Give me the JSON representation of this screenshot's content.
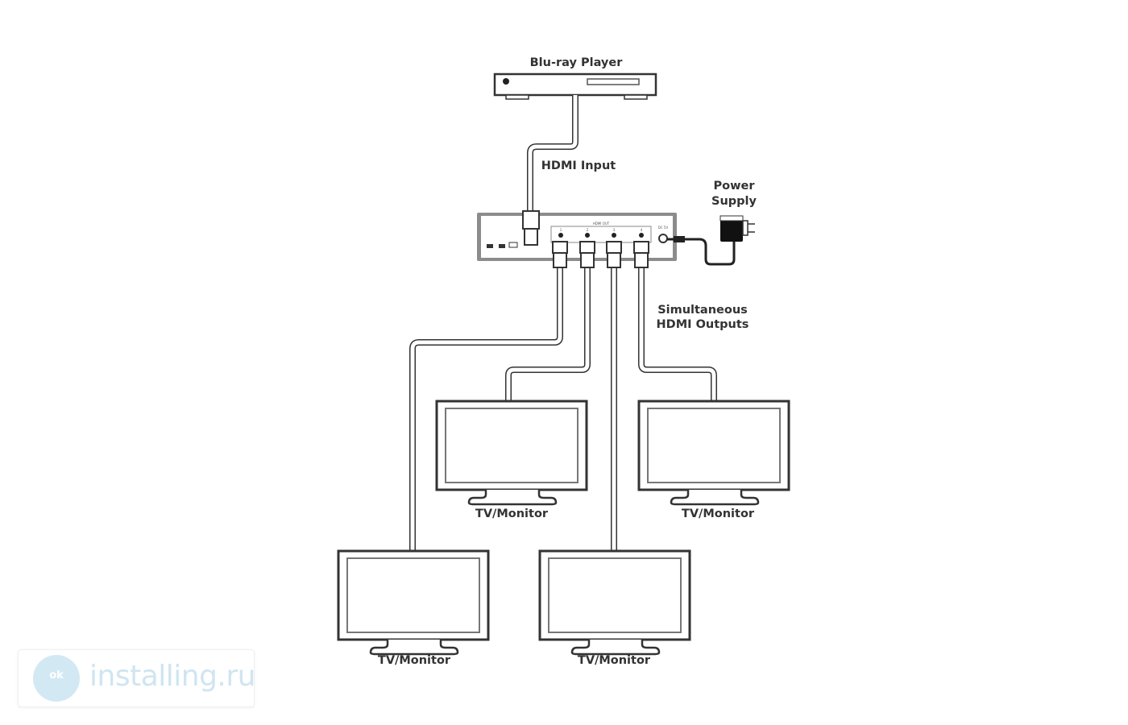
{
  "labels": {
    "source": "Blu-ray Player",
    "input": "HDMI Input",
    "power_line1": "Power",
    "power_line2": "Supply",
    "outputs_line1": "Simultaneous",
    "outputs_line2": "HDMI Outputs",
    "display": "TV/Monitor"
  },
  "splitter": {
    "ports": [
      "1",
      "2",
      "3",
      "4"
    ],
    "panel_label": "HDMI OUT",
    "power_label": "DC 5V"
  },
  "displays": [
    {
      "label": "TV/Monitor"
    },
    {
      "label": "TV/Monitor"
    },
    {
      "label": "TV/Monitor"
    },
    {
      "label": "TV/Monitor"
    }
  ],
  "watermark": {
    "text": "installing.ru",
    "logo_glyph": "ok"
  },
  "colors": {
    "line": "#333333",
    "device_frame": "#8c8c8c",
    "watermark": "#cfe5f1"
  }
}
